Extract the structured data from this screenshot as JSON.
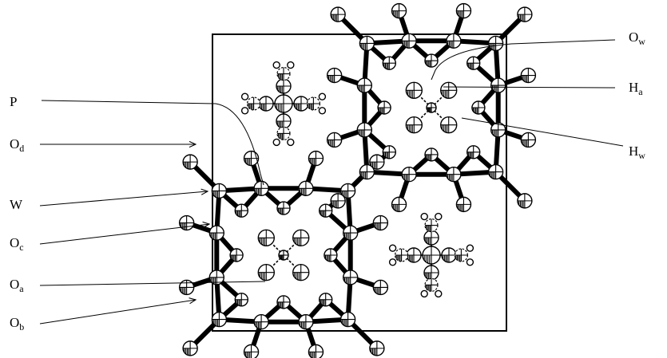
{
  "labels": {
    "left": [
      {
        "id": "P",
        "base": "P",
        "sub": ""
      },
      {
        "id": "Od",
        "base": "O",
        "sub": "d"
      },
      {
        "id": "W",
        "base": "W",
        "sub": ""
      },
      {
        "id": "Oc",
        "base": "O",
        "sub": "c"
      },
      {
        "id": "Oa",
        "base": "O",
        "sub": "a"
      },
      {
        "id": "Ob",
        "base": "O",
        "sub": "b"
      }
    ],
    "right": [
      {
        "id": "Ow",
        "base": "O",
        "sub": "w"
      },
      {
        "id": "Ha",
        "base": "H",
        "sub": "a"
      },
      {
        "id": "Hw",
        "base": "H",
        "sub": "w"
      }
    ]
  },
  "colors": {
    "ink": "#000000",
    "paper": "#ffffff"
  }
}
